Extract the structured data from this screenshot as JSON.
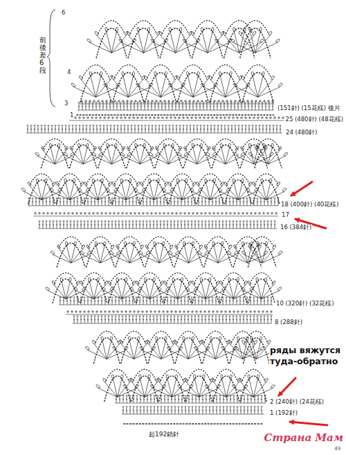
{
  "diagram": {
    "labels": [
      "(151針) (15花樣) 後片",
      "25 (480針) (48花樣)",
      "24 (480針)",
      "18 (400針) (40花樣)",
      "17",
      "16 (384針)",
      "10 (320針) (32花樣)",
      "8 (288針)",
      "2 (240針) (24花樣)",
      "1 (192針)",
      "起192鎖針",
      "6",
      "4",
      "3",
      "1",
      "前後差6段",
      "ряды вяжутся туда-обратно",
      "Страна Мам",
      "49"
    ]
  }
}
